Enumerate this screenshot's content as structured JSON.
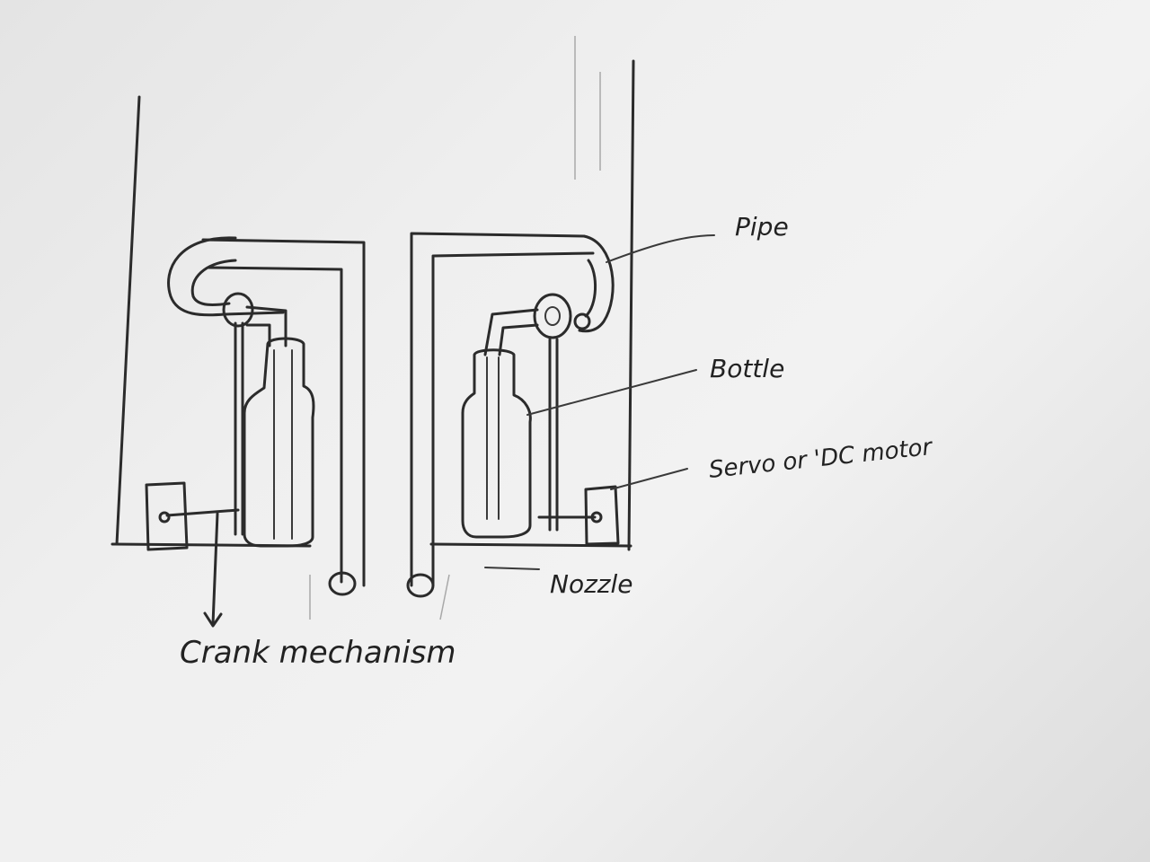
{
  "labels": {
    "pipe": "Pipe",
    "bottle": "Bottle",
    "servo": "Servo or 'DC motor",
    "nozzle": "Nozzle",
    "crank": "Crank mechanism"
  },
  "colors": {
    "ink": "#2b2b2b",
    "paper": "#f0f0f0"
  }
}
